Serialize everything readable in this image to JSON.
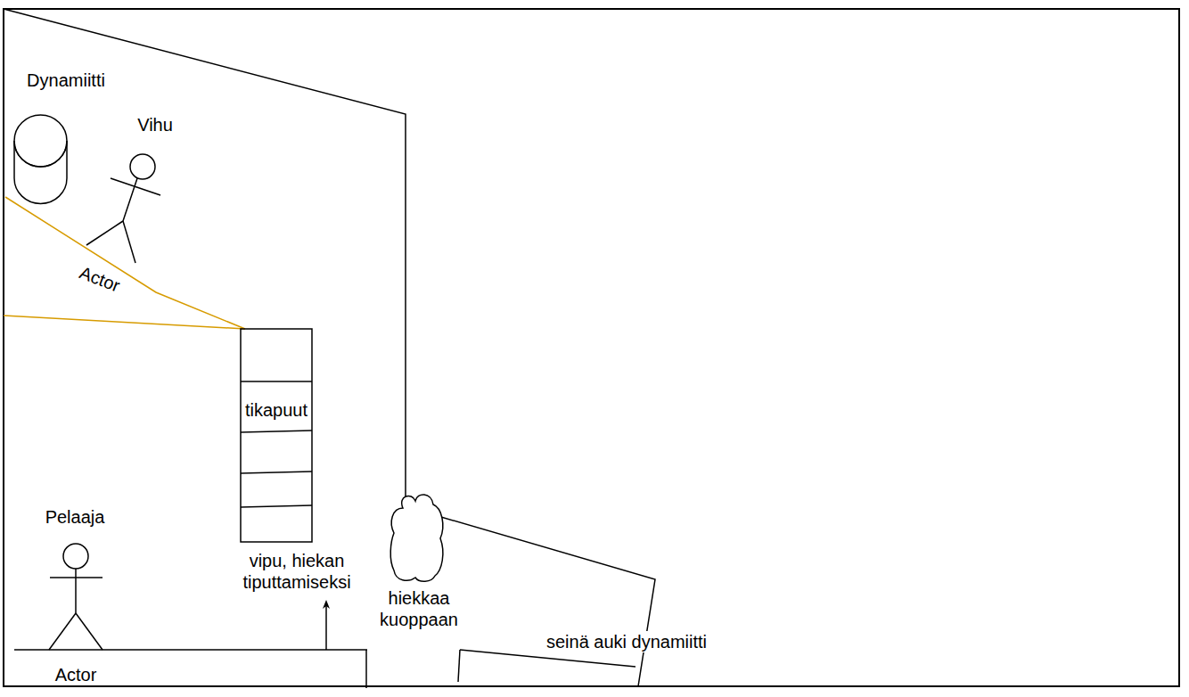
{
  "diagram": {
    "nodes": [
      {
        "text": [
          "Dynamiitti"
        ]
      },
      {
        "text": [
          "Vihu"
        ]
      },
      {
        "text": [
          "tikapuut"
        ]
      },
      {
        "text": [
          "Pelaaja",
          "Actor"
        ]
      },
      {
        "text": [
          "hiekkaa kuoppaan"
        ]
      }
    ],
    "labels": [
      "Actor",
      "vipu, hiekan tiputtamiseksi",
      "seinä auki dynamiitti"
    ]
  }
}
